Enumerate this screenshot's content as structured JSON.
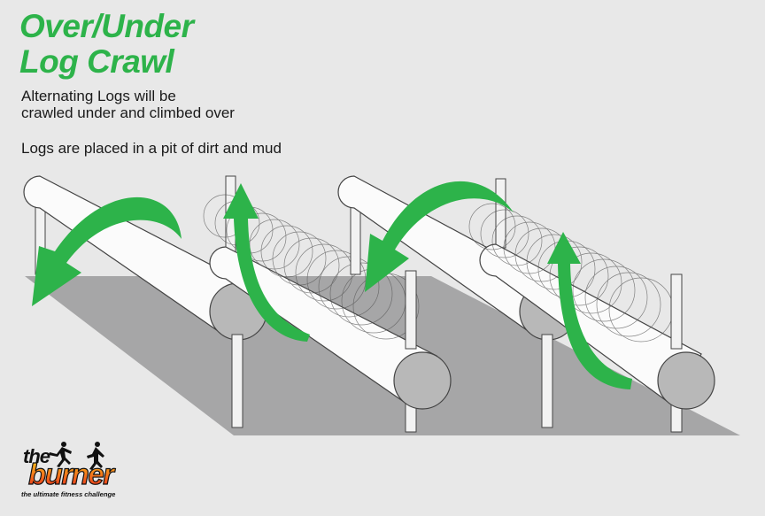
{
  "title": {
    "line1": "Over/Under",
    "line2": "Log Crawl"
  },
  "description": {
    "line1": "Alternating Logs will be",
    "line2": "crawled under and climbed over",
    "line3": "Logs are placed in a pit of dirt and mud"
  },
  "logo": {
    "the": "the",
    "name": "burner",
    "tagline": "the ultimate fitness challenge",
    "icon": "runner-silhouette-icon"
  },
  "colors": {
    "title": "#2db34a",
    "arrow": "#2db34a",
    "pit": "#a6a6a7",
    "log_end": "#b8b8b8",
    "background": "#e8e8e8",
    "logo_gradient": [
      "#ffd21a",
      "#e8251c"
    ]
  },
  "logs": [
    {
      "id": "log-1",
      "action": "climb-over"
    },
    {
      "id": "log-2",
      "action": "crawl-under"
    },
    {
      "id": "log-3",
      "action": "climb-over"
    },
    {
      "id": "log-4",
      "action": "crawl-under"
    }
  ]
}
